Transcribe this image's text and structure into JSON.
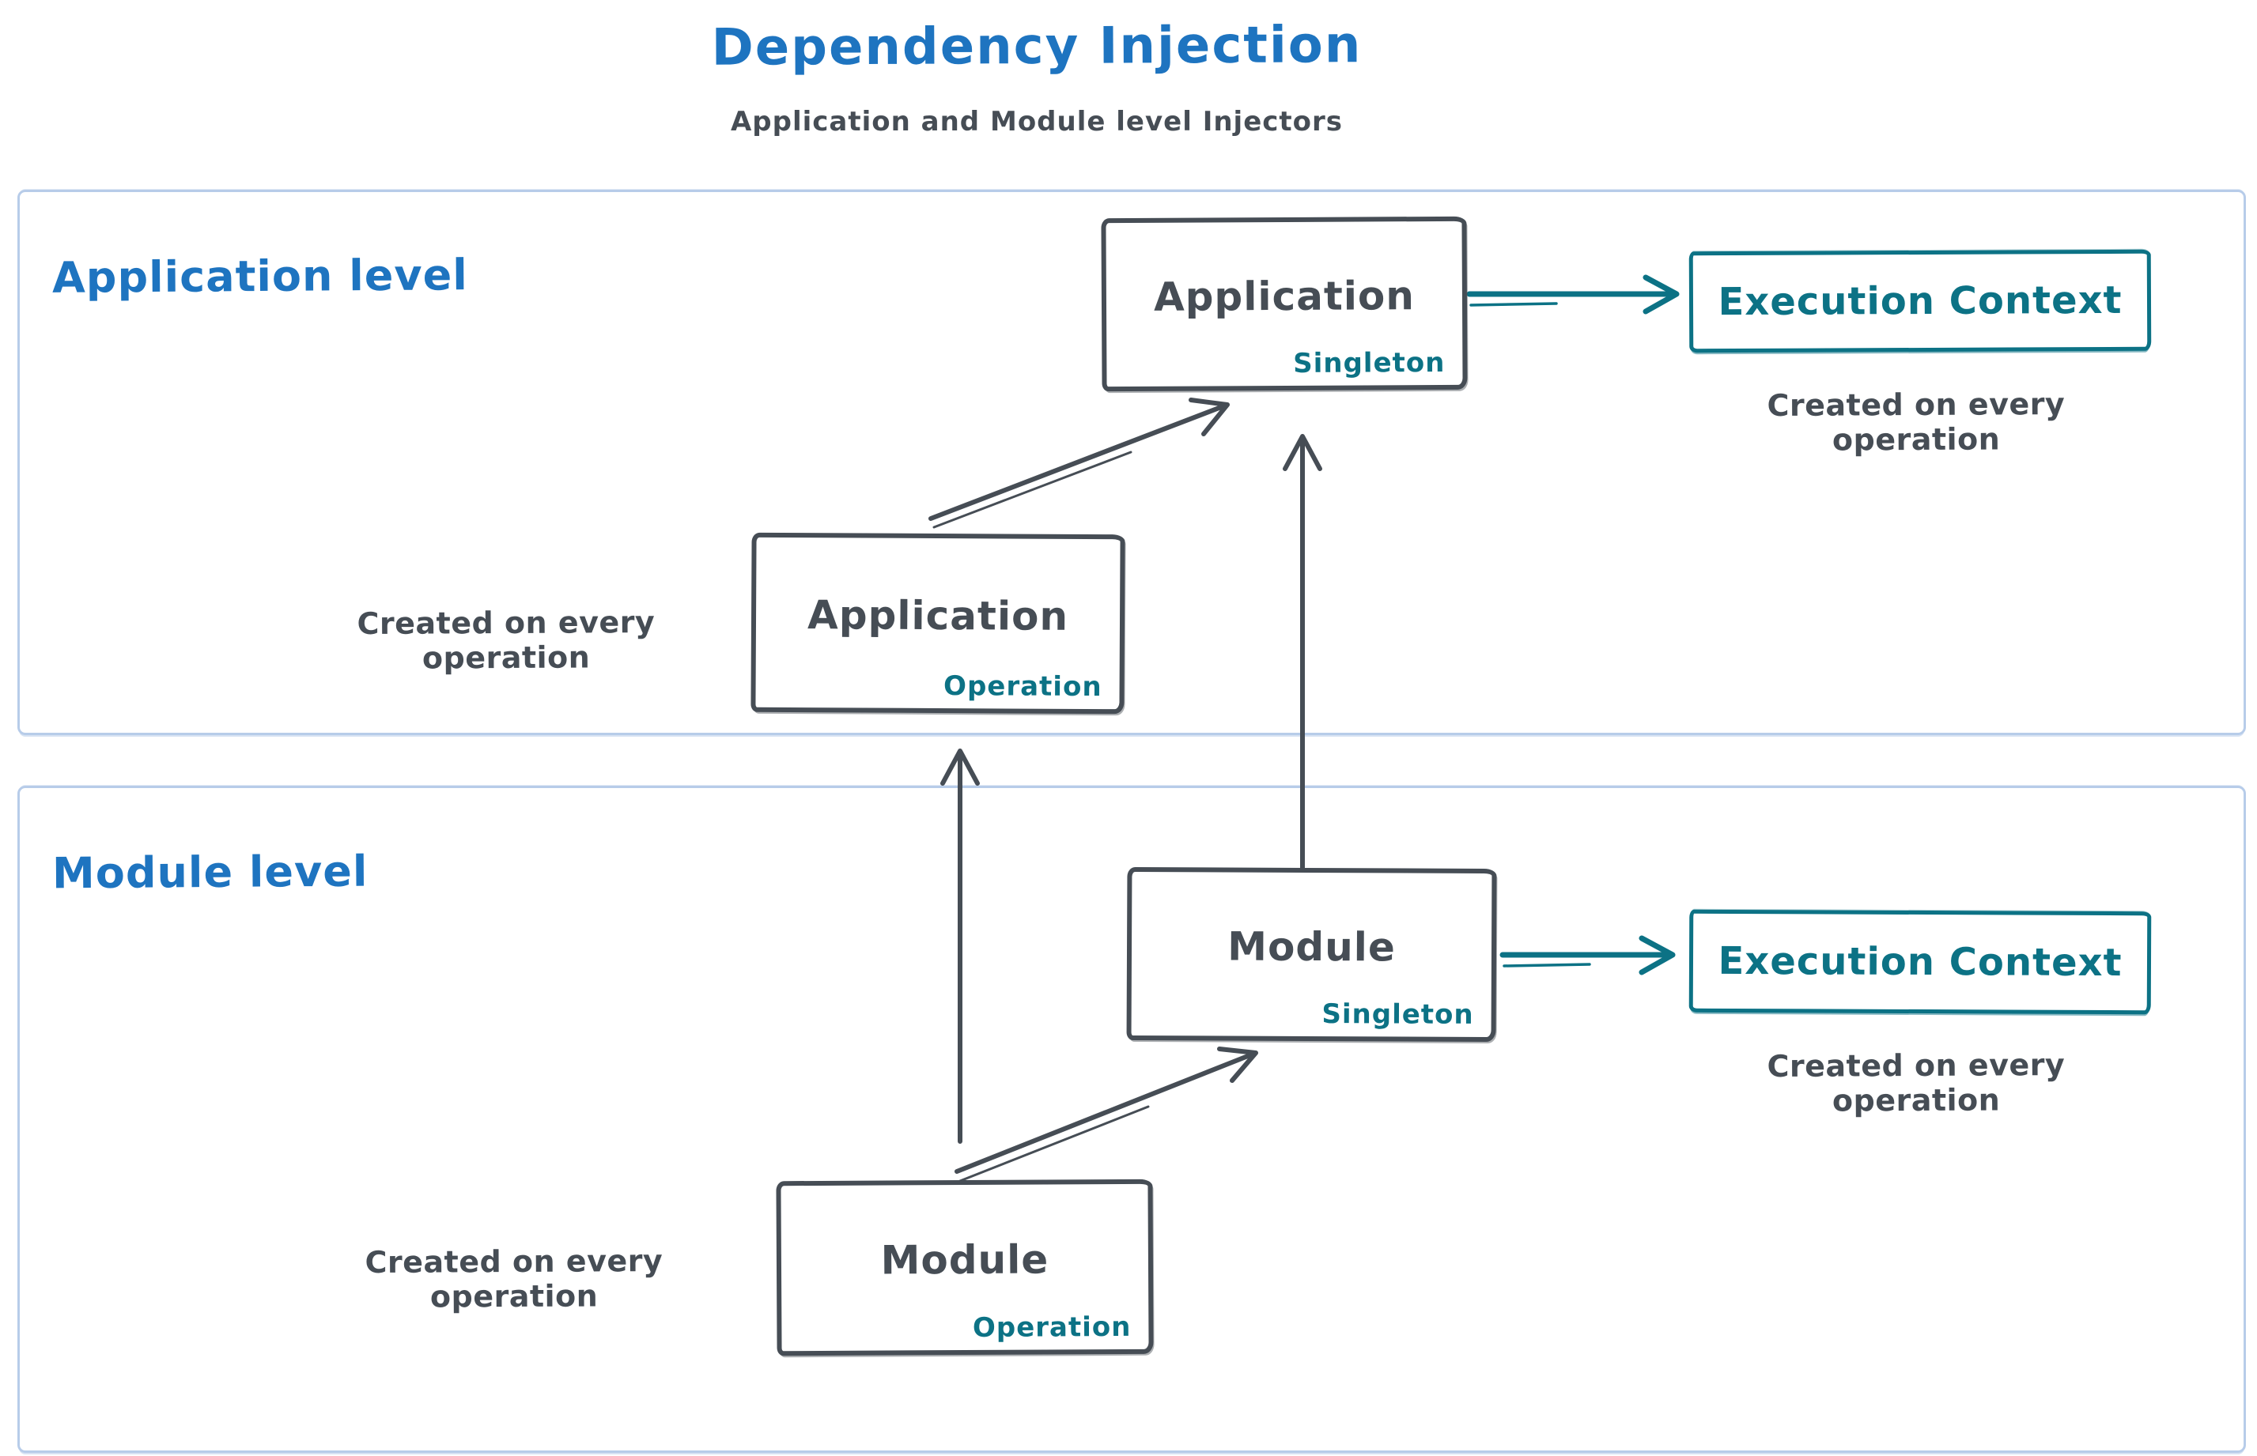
{
  "title": "Dependency Injection",
  "subtitle": "Application and Module level Injectors",
  "colors": {
    "blue": "#1e74c0",
    "ink": "#464d55",
    "teal": "#0c7285",
    "section_border": "#b7cce9",
    "background": "#ffffff"
  },
  "sections": {
    "application": {
      "label": "Application level",
      "singleton_box": {
        "title": "Application",
        "scope": "Singleton"
      },
      "operation_box": {
        "title": "Application",
        "scope": "Operation"
      },
      "operation_caption": "Created on every operation",
      "execution_context": {
        "label": "Execution Context",
        "caption": "Created on every operation"
      }
    },
    "module": {
      "label": "Module level",
      "singleton_box": {
        "title": "Module",
        "scope": "Singleton"
      },
      "operation_box": {
        "title": "Module",
        "scope": "Operation"
      },
      "operation_caption": "Created on every operation",
      "execution_context": {
        "label": "Execution Context",
        "caption": "Created on every operation"
      }
    }
  }
}
